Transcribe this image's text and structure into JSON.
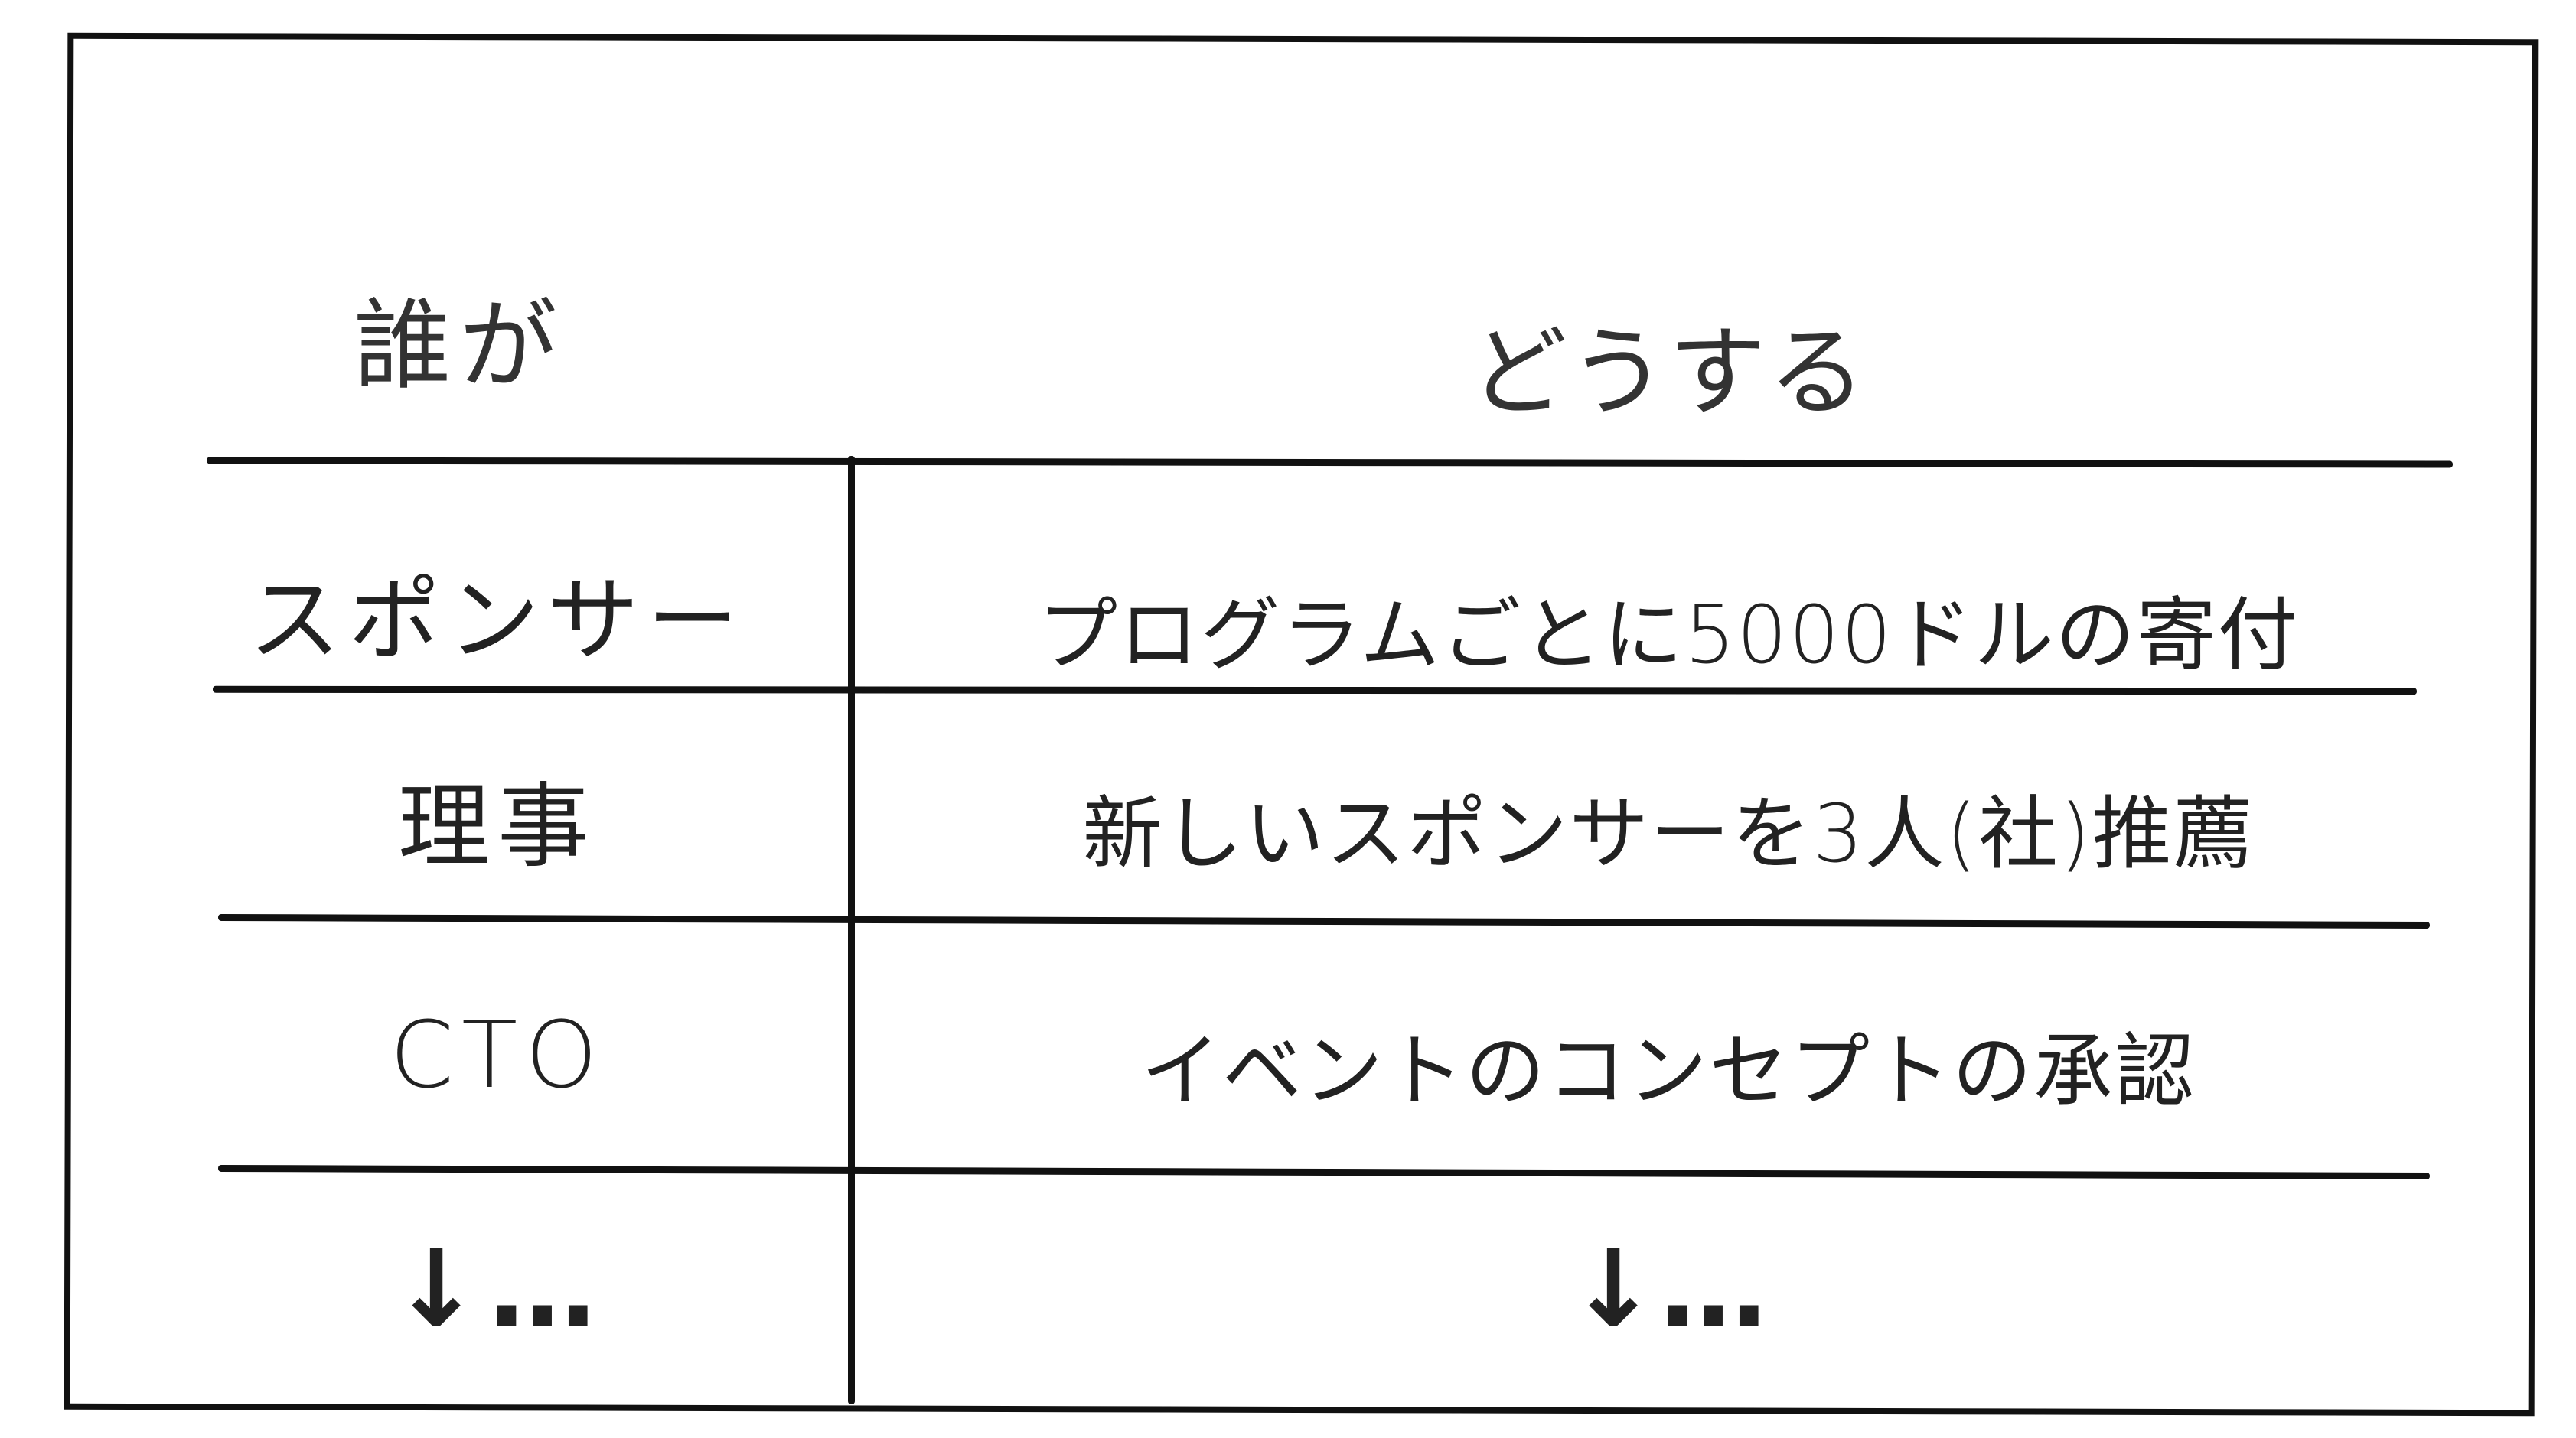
{
  "table": {
    "headers": {
      "who": "誰が",
      "what": "どうする"
    },
    "rows": [
      {
        "who": "スポンサー",
        "what": "プログラムごとに5000ドルの寄付"
      },
      {
        "who": "理事",
        "what": "新しいスポンサーを3人(社)推薦"
      },
      {
        "who": "CTO",
        "what": "イベントのコンセプトの承認"
      },
      {
        "who": "↓…",
        "what": "↓…"
      }
    ]
  }
}
